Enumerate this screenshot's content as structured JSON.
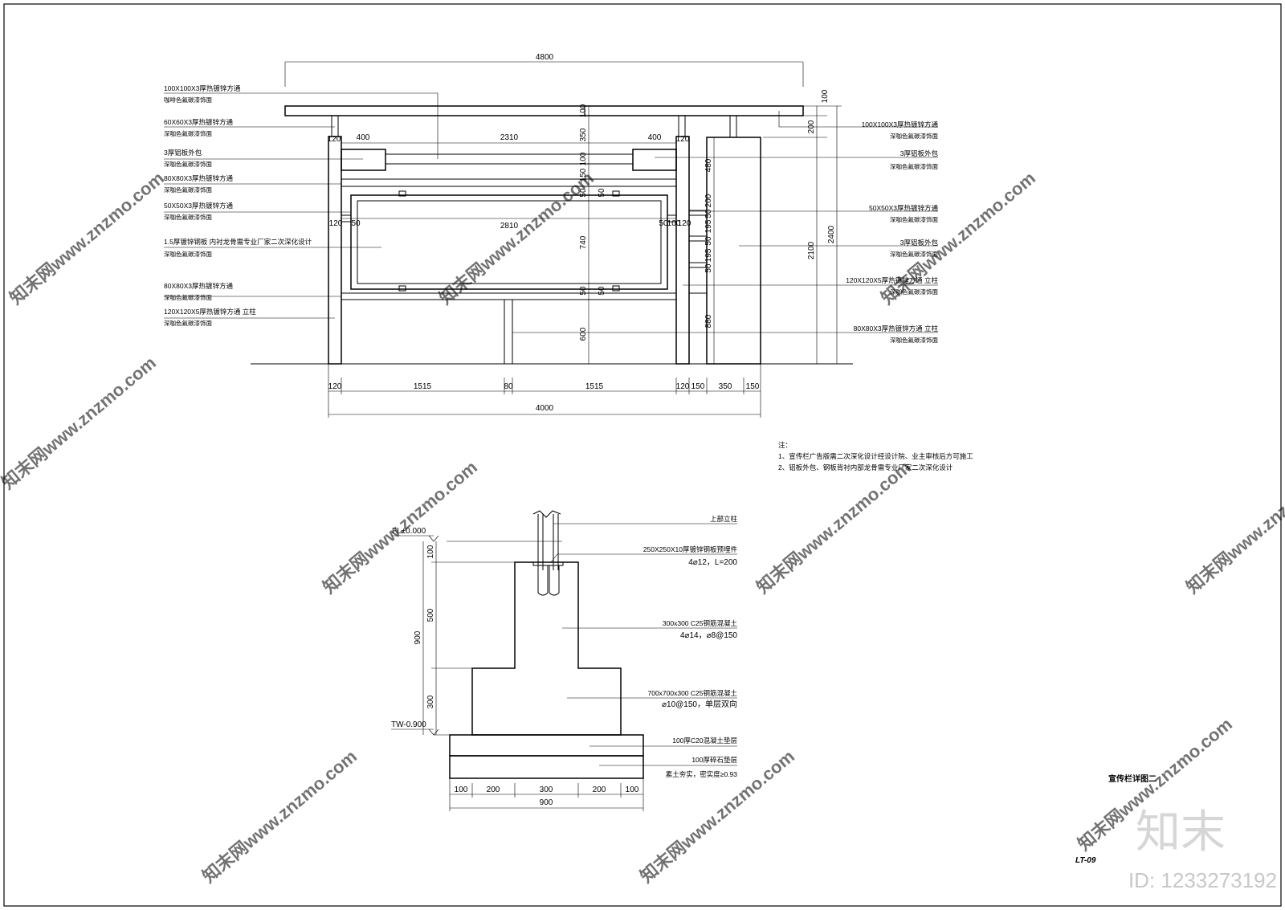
{
  "elevation": {
    "dims_top": {
      "overall": "4800",
      "left_panel": "400",
      "middle": "2310",
      "right_panel": "400",
      "inner": "2810",
      "c1": "120",
      "c2": "50",
      "c3": "50",
      "c4": "100",
      "c5": "120",
      "p1": "120",
      "p2": "120"
    },
    "dims_vertical_mid": [
      "100",
      "350",
      "100",
      "150",
      "50",
      "50",
      "740",
      "50",
      "50",
      "600"
    ],
    "dims_vertical_column": [
      "480",
      "200",
      "50",
      "195",
      "50",
      "195",
      "50",
      "880"
    ],
    "dims_right": {
      "roof": "100",
      "gap": "200",
      "h2100": "2100",
      "h2400": "2400"
    },
    "dims_bottom": [
      "120",
      "1515",
      "80",
      "1515",
      "120",
      "150",
      "350",
      "150"
    ],
    "dims_bottom_total": "4000",
    "left_labels": [
      {
        "main": "100X100X3厚热镀锌方通",
        "sub": "咖啡色氟碳漆饰面"
      },
      {
        "main": "60X60X3厚热镀锌方通",
        "sub": "深咖色氟碳漆饰面"
      },
      {
        "main": "3厚铝板外包",
        "sub": "深咖色氟碳漆饰面"
      },
      {
        "main": "80X80X3厚热镀锌方通",
        "sub": "深咖色氟碳漆饰面"
      },
      {
        "main": "50X50X3厚热镀锌方通",
        "sub": "深咖色氟碳漆饰面"
      },
      {
        "main": "1.5厚镀锌钢板  内衬龙骨需专业厂家二次深化设计",
        "sub": "深咖色氟碳漆饰面"
      },
      {
        "main": "80X80X3厚热镀锌方通",
        "sub": "深咖色氟碳漆饰面"
      },
      {
        "main": "120X120X5厚热镀锌方通  立柱",
        "sub": "深咖色氟碳漆饰面"
      }
    ],
    "right_labels": [
      {
        "main": "100X100X3厚热镀锌方通",
        "sub": "深咖色氟碳漆饰面"
      },
      {
        "main": "3厚铝板外包",
        "sub": "深咖色氟碳漆饰面"
      },
      {
        "main": "50X50X3厚热镀锌方通",
        "sub": "深咖色氟碳漆饰面"
      },
      {
        "main": "3厚铝板外包",
        "sub": "深咖色氟碳漆饰面"
      },
      {
        "main": "120X120X5厚热镀锌方通  立柱",
        "sub": "深咖色氟碳漆饰面"
      },
      {
        "main": "80X80X3厚热镀锌方通  立柱",
        "sub": "深咖色氟碳漆饰面"
      }
    ]
  },
  "notes": {
    "title": "注：",
    "items": [
      "1、宣传栏广告版需二次深化设计经设计院、业主审核后方可施工",
      "2、铝板外包、钢板背衬内部龙骨需专业厂家二次深化设计"
    ]
  },
  "foundation": {
    "fl": "FL±0.000",
    "tw": "TW-0.900",
    "dims_vertical": [
      "100",
      "500",
      "300"
    ],
    "dim_total": "900",
    "dims_bottom": [
      "100",
      "200",
      "300",
      "200",
      "100"
    ],
    "dims_bottom_total": "900",
    "labels": [
      {
        "main": "上部立柱",
        "sub": ""
      },
      {
        "main": "250X250X10厚镀锌钢板预埋件",
        "sub": "4⌀12，L=200"
      },
      {
        "main": "300x300  C25钢筋混凝土",
        "sub": "4⌀14，⌀8@150"
      },
      {
        "main": "700x700x300  C25钢筋混凝土",
        "sub": "⌀10@150，单层双向"
      },
      {
        "main": "100厚C20混凝土垫层",
        "sub": ""
      },
      {
        "main": "100厚碎石垫层",
        "sub": ""
      },
      {
        "main": "素土夯实，密实度≥0.93",
        "sub": ""
      }
    ]
  },
  "title_block": {
    "drawing_title": "宣传栏详图二",
    "drawing_no": "LT-09"
  },
  "watermark": {
    "text": "知末网www.znzmo.com",
    "logo": "知末",
    "id": "ID: 1233273192"
  }
}
